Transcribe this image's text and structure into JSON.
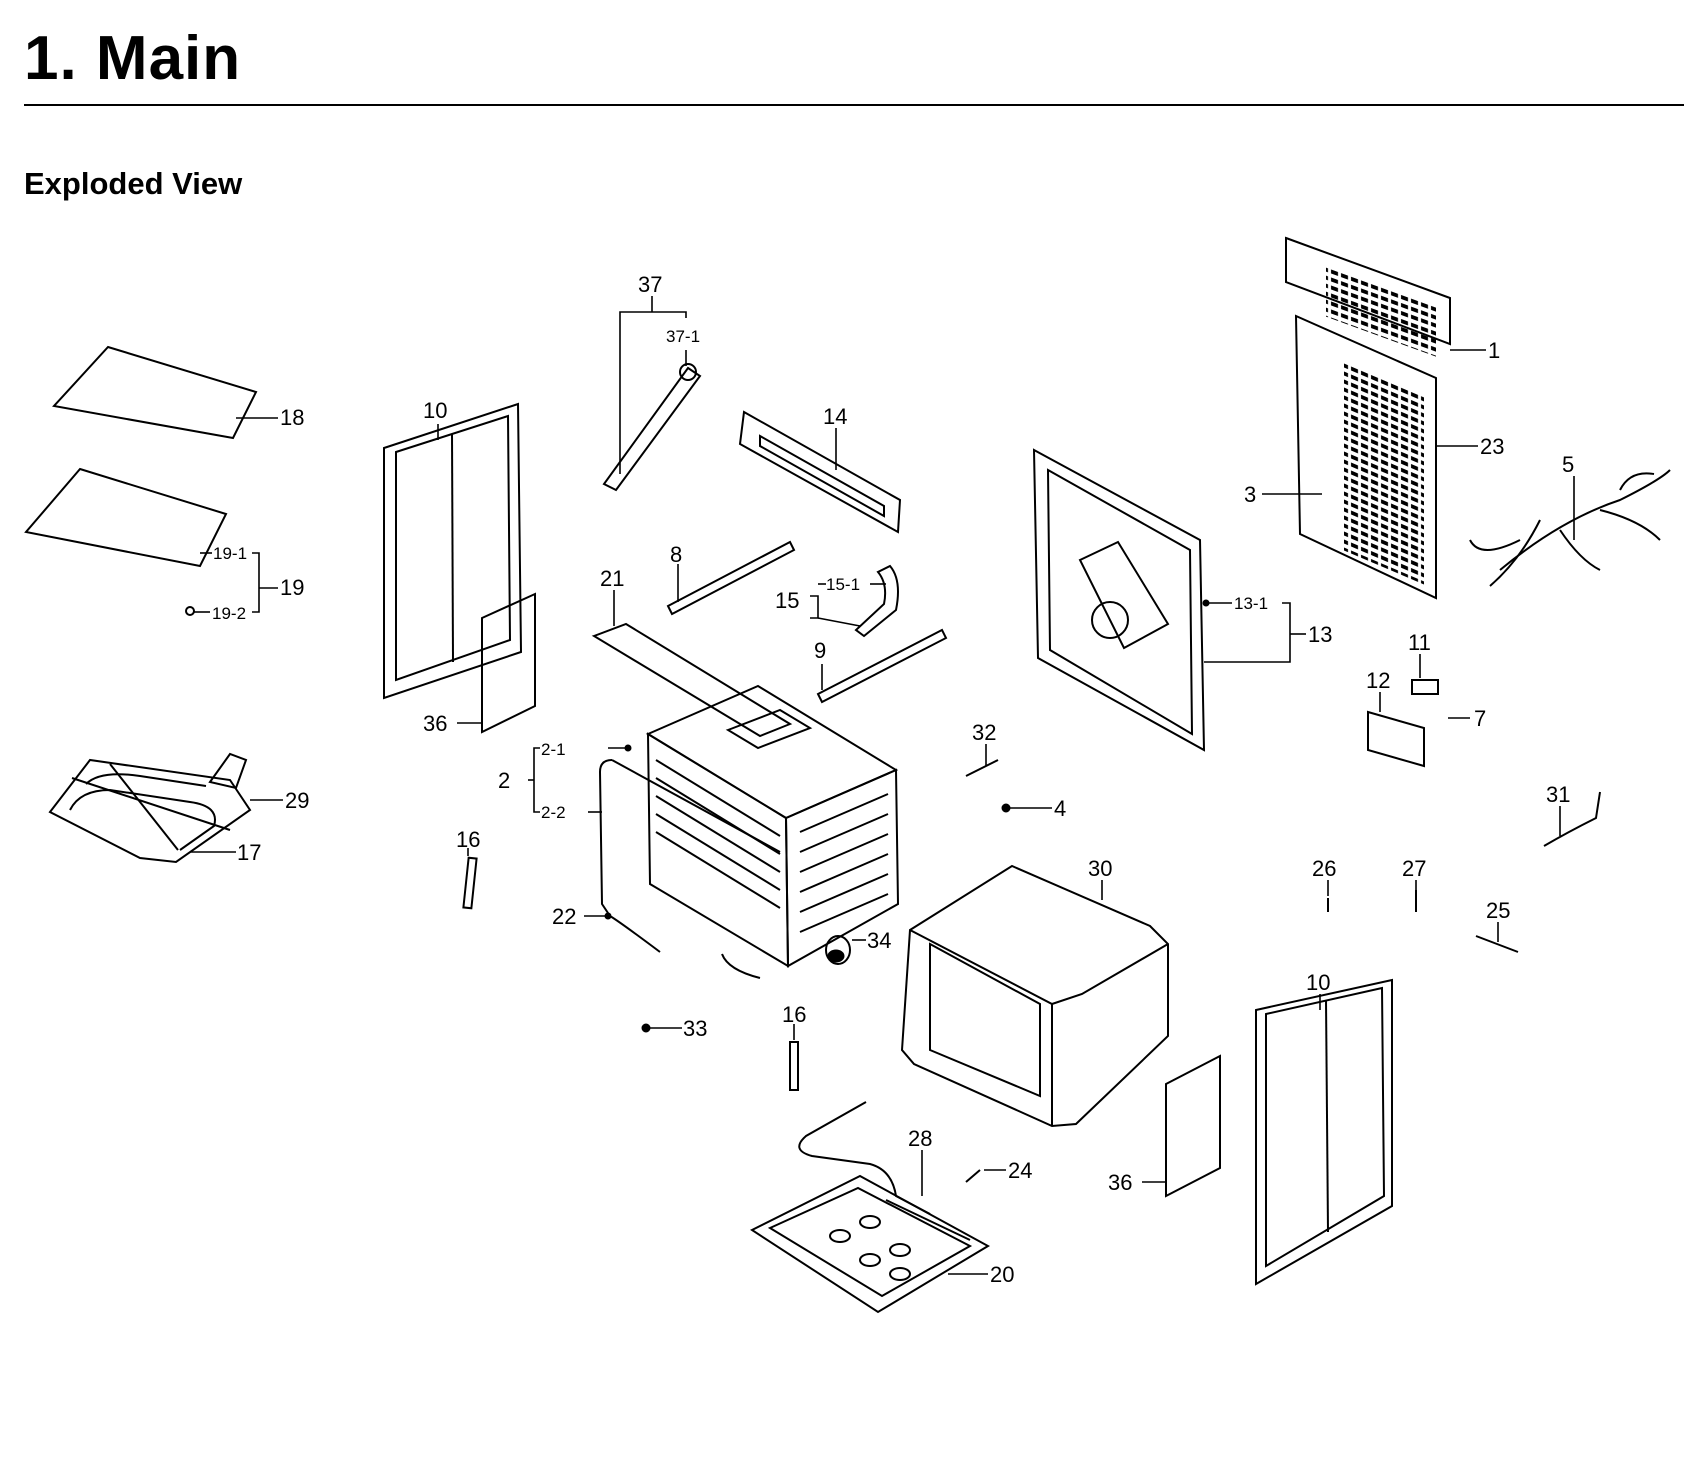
{
  "header": {
    "title": "1.  Main",
    "subtitle": "Exploded View"
  },
  "callouts": {
    "c1": "1",
    "c2": "2",
    "c2_1": "2-1",
    "c2_2": "2-2",
    "c3": "3",
    "c4": "4",
    "c5": "5",
    "c7": "7",
    "c8": "8",
    "c9": "9",
    "c10a": "10",
    "c10b": "10",
    "c11": "11",
    "c12": "12",
    "c13": "13",
    "c13_1": "13-1",
    "c14": "14",
    "c15": "15",
    "c15_1": "15-1",
    "c16a": "16",
    "c16b": "16",
    "c17": "17",
    "c18": "18",
    "c19": "19",
    "c19_1": "19-1",
    "c19_2": "19-2",
    "c20": "20",
    "c21": "21",
    "c22": "22",
    "c23": "23",
    "c24": "24",
    "c25": "25",
    "c26": "26",
    "c27": "27",
    "c28": "28",
    "c29": "29",
    "c30": "30",
    "c31": "31",
    "c32": "32",
    "c33": "33",
    "c34": "34",
    "c36a": "36",
    "c36b": "36",
    "c37": "37",
    "c37_1": "37-1"
  }
}
